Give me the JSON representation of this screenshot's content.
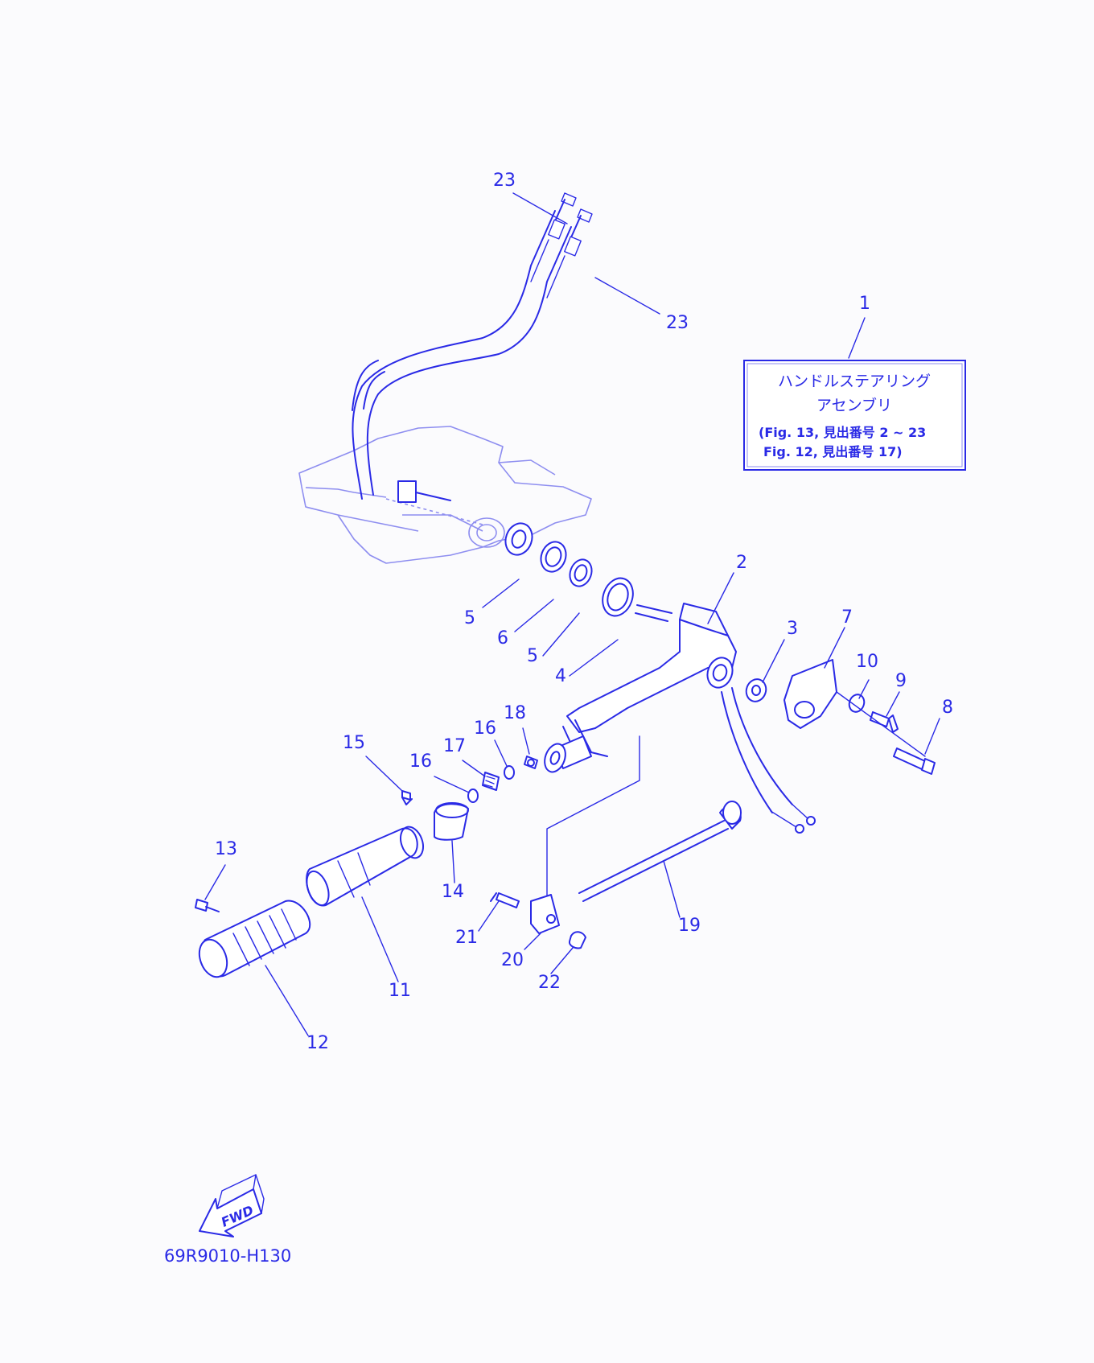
{
  "diagram": {
    "drawing_code": "69R9010-H130",
    "fwd_label": "FWD",
    "assembly_note": {
      "line1": "ハンドルステアリング",
      "line2": "アセンブリ",
      "line3": "(Fig. 13, 見出番号 2 ~ 23",
      "line4": "Fig. 12, 見出番号 17)"
    },
    "callouts": {
      "c1": "1",
      "c2": "2",
      "c3": "3",
      "c4": "4",
      "c5a": "5",
      "c5b": "5",
      "c6": "6",
      "c7": "7",
      "c8": "8",
      "c9": "9",
      "c10": "10",
      "c11": "11",
      "c12": "12",
      "c13": "13",
      "c14": "14",
      "c15": "15",
      "c16a": "16",
      "c16b": "16",
      "c17": "17",
      "c18": "18",
      "c19": "19",
      "c20": "20",
      "c21": "21",
      "c22": "22",
      "c23a": "23",
      "c23b": "23"
    },
    "colors": {
      "line": "#2a2ae6",
      "ghost": "#8e8ef0",
      "background": "#fbfbfd"
    }
  }
}
